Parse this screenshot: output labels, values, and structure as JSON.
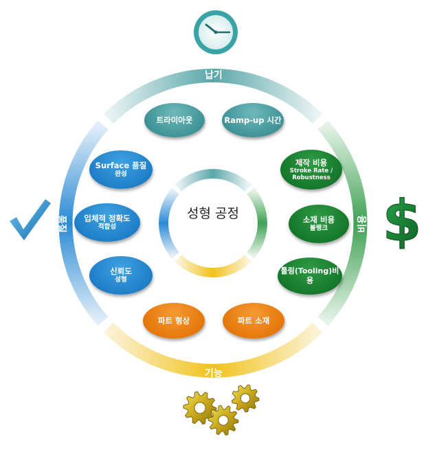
{
  "ring_labels": {
    "top": "납기",
    "bottom": "기능",
    "left": "품질",
    "right": "비용"
  },
  "center": "성형 공정",
  "pills": {
    "tryout": {
      "l1": "트라이아웃"
    },
    "rampup": {
      "l1": "Ramp-up 시간"
    },
    "surface": {
      "l1": "Surface 품질",
      "l2": "완성"
    },
    "dimensional": {
      "l1": "입체적 정확도",
      "l2": "적합성"
    },
    "reliability": {
      "l1": "신뢰도",
      "l2": "성형"
    },
    "production_cost": {
      "l1": "제작 비용",
      "l2": "Stroke Rate /",
      "l3": "Robustness"
    },
    "material_cost": {
      "l1": "소재 비용",
      "l2": "블랭크"
    },
    "tooling_cost": {
      "l1": "툴링(Tooling)비용"
    },
    "part_shape": {
      "l1": "파트 형상"
    },
    "part_material": {
      "l1": "파트 소재"
    }
  },
  "colors": {
    "teal": "#3f9396",
    "blue": "#1f7fc8",
    "green": "#15782b",
    "orange": "#e5780c",
    "yellow": "#f2c21b"
  },
  "icons": [
    "clock-icon",
    "checkmark-icon",
    "dollar-icon",
    "gears-icon"
  ]
}
